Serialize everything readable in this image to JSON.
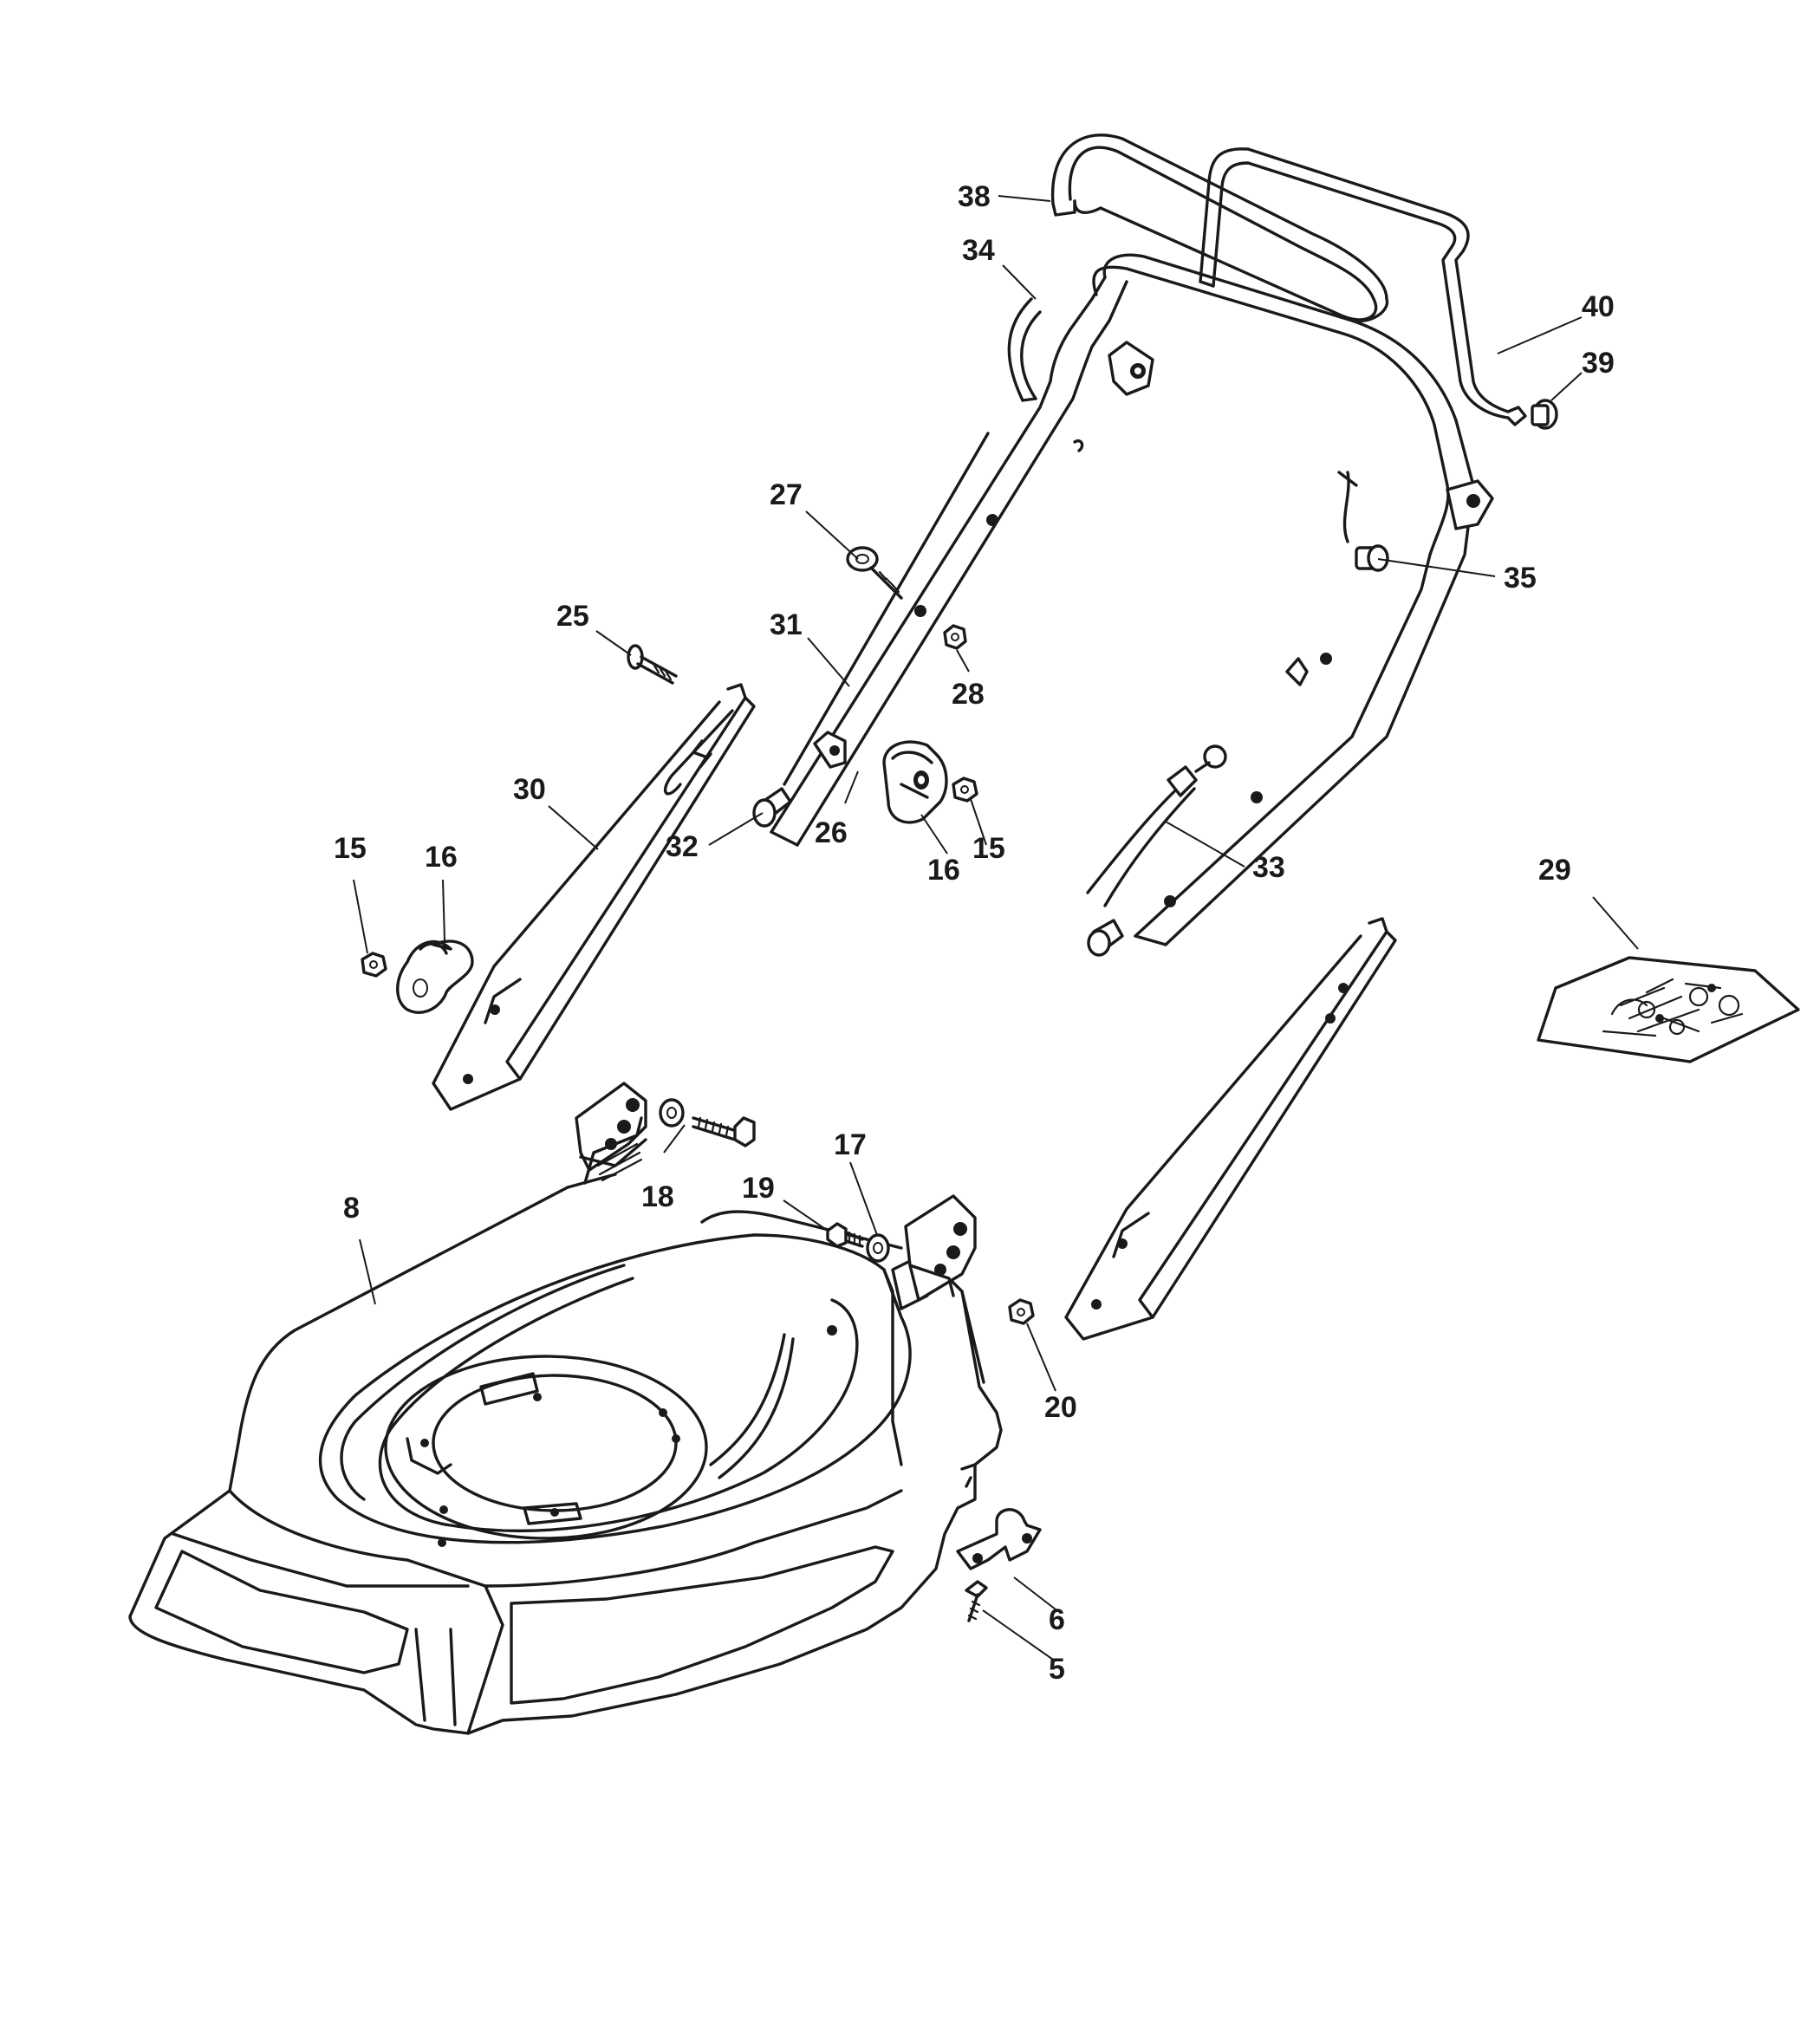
{
  "callouts": [
    {
      "num": "38"
    },
    {
      "num": "34"
    },
    {
      "num": "40"
    },
    {
      "num": "39"
    },
    {
      "num": "27"
    },
    {
      "num": "35"
    },
    {
      "num": "25"
    },
    {
      "num": "31"
    },
    {
      "num": "28"
    },
    {
      "num": "30"
    },
    {
      "num": "32"
    },
    {
      "num": "26"
    },
    {
      "num": "16"
    },
    {
      "num": "15"
    },
    {
      "num": "33"
    },
    {
      "num": "15"
    },
    {
      "num": "16"
    },
    {
      "num": "29"
    },
    {
      "num": "17"
    },
    {
      "num": "18"
    },
    {
      "num": "19"
    },
    {
      "num": "8"
    },
    {
      "num": "20"
    },
    {
      "num": "6"
    },
    {
      "num": "5"
    }
  ]
}
